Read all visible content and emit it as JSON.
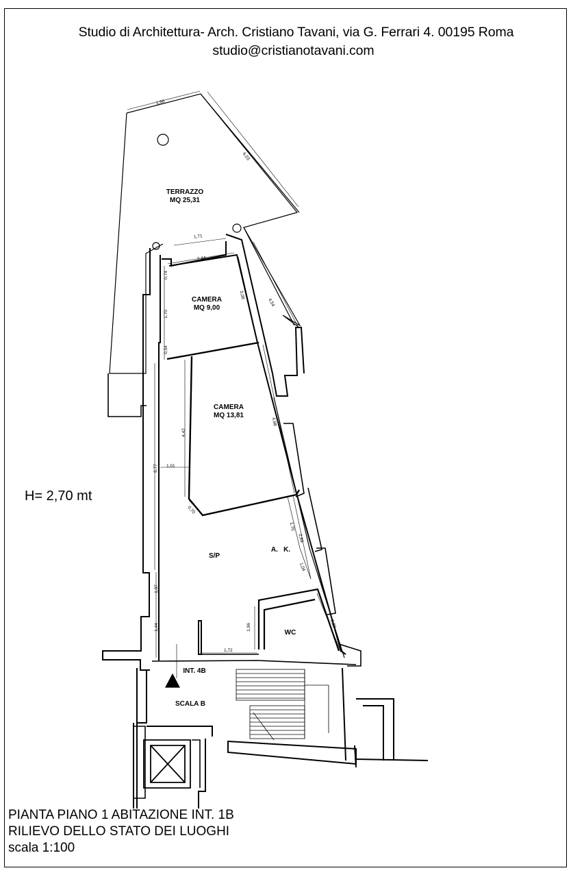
{
  "header": {
    "line1": "Studio di Architettura- Arch. Cristiano Tavani, via G. Ferrari 4. 00195 Roma",
    "line2": "studio@cristianotavani.com"
  },
  "height_label": "H= 2,70 mt",
  "rooms": {
    "terrazzo": {
      "name": "TERRAZZO",
      "area": "MQ 25,31"
    },
    "camera1": {
      "name": "CAMERA",
      "area": "MQ 9,00"
    },
    "camera2": {
      "name": "CAMERA",
      "area": "MQ 13,81"
    },
    "sp": "S/P",
    "ak": "A.   K.",
    "wc": "WC",
    "int": "INT. 4B",
    "scala": "SCALA B"
  },
  "dimensions": {
    "d190": "1,90",
    "d603": "6,03",
    "d171": "1,71",
    "d244": "2,44",
    "d074": "0,74",
    "d170": "1,70",
    "d308": "3,08",
    "d454": "4,54",
    "d054": "0,54",
    "d442": "4,42",
    "d101": "1,01",
    "d677": "6,77",
    "d498": "4,98",
    "d070": "0,70",
    "d170b": "1,70",
    "d289": "2,89",
    "d104": "1,04",
    "d107": "1,07",
    "d144": "1,44",
    "d196": "1,96",
    "d230": "2,30",
    "d172": "1,72"
  },
  "footer": {
    "line1": "PIANTA PIANO 1 ABITAZIONE INT. 1B",
    "line2": "RILIEVO  DELLO STATO DEI LUOGHI",
    "line3": "scala 1:100"
  }
}
